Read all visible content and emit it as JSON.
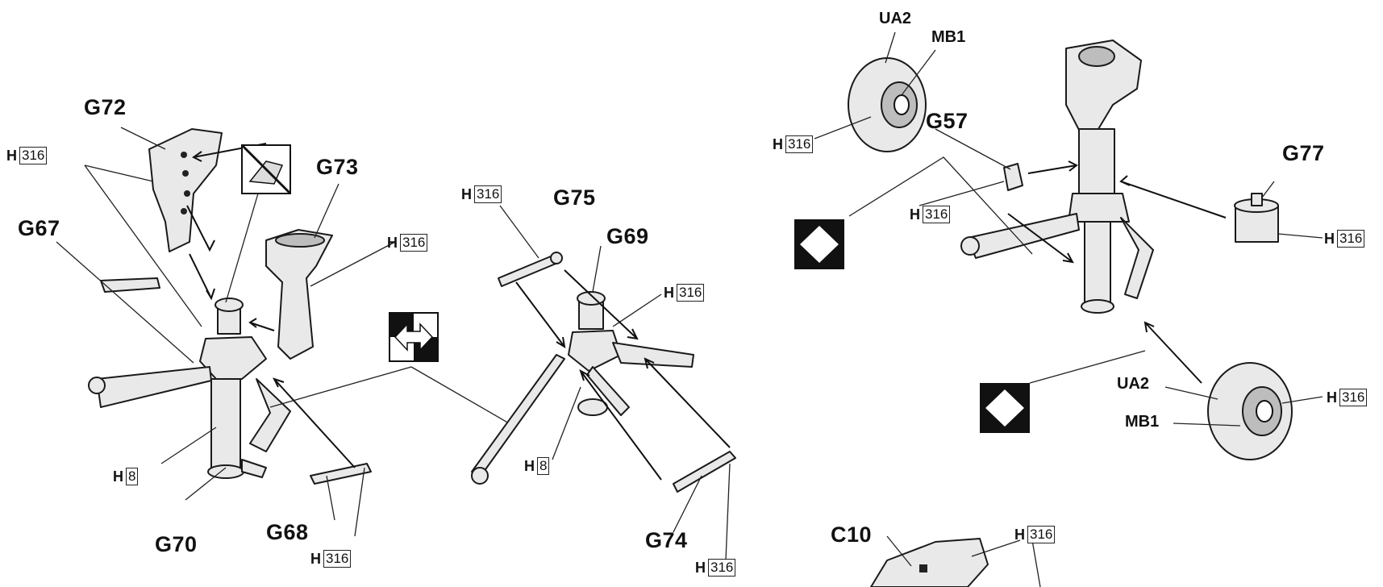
{
  "parts": {
    "g72": "G72",
    "g73": "G73",
    "g67": "G67",
    "g70": "G70",
    "g68": "G68",
    "g75": "G75",
    "g69": "G69",
    "g74": "G74",
    "g57": "G57",
    "g77": "G77",
    "c10": "C10",
    "ua2_top": "UA2",
    "mb1_top": "MB1",
    "ua2_bottom": "UA2",
    "mb1_bottom": "MB1"
  },
  "refs": {
    "h_letter": "H",
    "h316": "316",
    "h8": "8"
  },
  "symbols": {
    "no_glue": "no-glue-icon",
    "movable": "movable-both-directions-icon",
    "diamond": "diamond-marker-icon"
  }
}
